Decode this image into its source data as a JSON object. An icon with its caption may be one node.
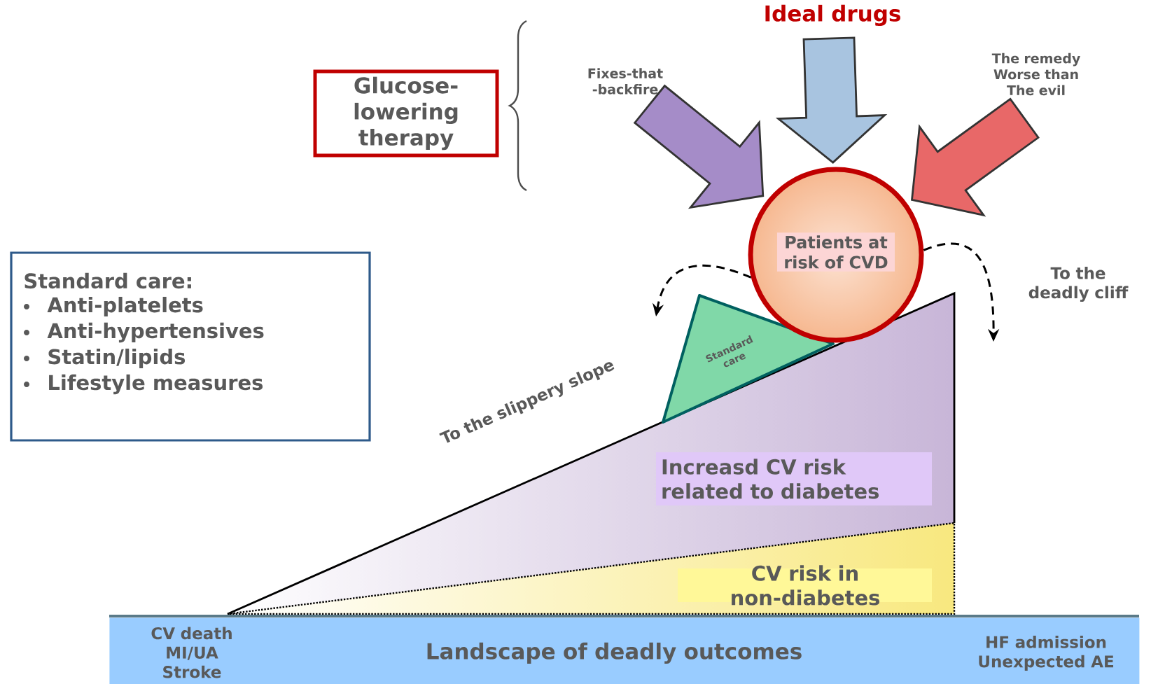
{
  "diagram": {
    "nodes": [
      {
        "text": [
          "Glucose-lowering therapy"
        ]
      },
      {
        "text": [
          "Standard care:",
          "Anti-platelets",
          "Anti-hypertensives",
          "Statin/lipids",
          "Lifestyle measures"
        ]
      },
      {
        "text": [
          "Patients at risk of CVD"
        ]
      },
      {
        "text": [
          "Standard care"
        ]
      },
      {
        "text": [
          "Increasd CV risk related to diabetes"
        ]
      },
      {
        "text": [
          "CV risk in non-diabetes"
        ]
      },
      {
        "text": [
          "CV death MI/UA Stroke",
          "Landscape of deadly outcomes",
          "HF admission Unexpected AE"
        ]
      }
    ],
    "edges": [
      {
        "from": null,
        "to": 2,
        "arrow": "to",
        "label": "Fixes-that -backfire",
        "color": "#a58cc8"
      },
      {
        "from": null,
        "to": 2,
        "arrow": "to",
        "label": "Ideal drugs",
        "color": "#a8c4e0"
      },
      {
        "from": null,
        "to": 2,
        "arrow": "to",
        "label": "The remedy Worse than The evil",
        "color": "#e86868"
      },
      {
        "from": 2,
        "to": null,
        "arrow": "to",
        "label": "To the slippery slope",
        "style": "dashed"
      },
      {
        "from": 2,
        "to": null,
        "arrow": "to",
        "label": "To the deadly cliff",
        "style": "dashed"
      }
    ]
  }
}
